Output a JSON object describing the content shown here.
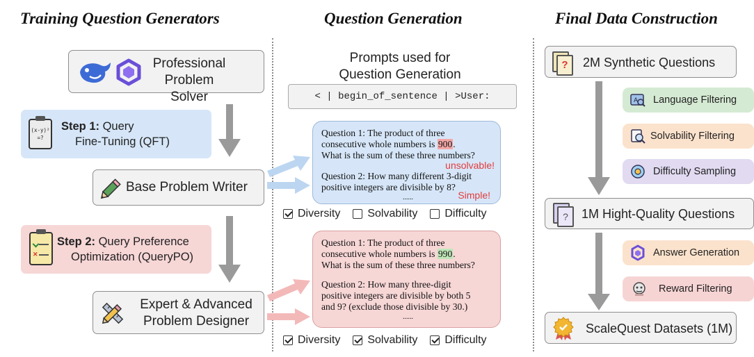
{
  "sections": {
    "training": "Training Question Generators",
    "generation": "Question Generation",
    "final": "Final Data Construction"
  },
  "left": {
    "solver": "Professional Problem Solver",
    "step1_bold": "Step 1:",
    "step1_line1": " Query",
    "step1_line2": "Fine-Tuning (QFT)",
    "writer": "Base Problem Writer",
    "step2_bold": "Step 2:",
    "step2_line1": " Query Preference",
    "step2_line2": "Optimization (QueryPO)",
    "designer_line1": "Expert & Advanced",
    "designer_line2": "Problem Designer",
    "clipboard_formula": "(x-y)²",
    "clipboard_q": "=?"
  },
  "middle": {
    "prompts_line1": "Prompts used for",
    "prompts_line2": "Question Generation",
    "token": "< | begin_of_sentence | >User:",
    "box1": {
      "q1_a": "Question 1: The product of three",
      "q1_b": "consecutive whole numbers is ",
      "q1_num": "900",
      "q1_c": ".",
      "q1_d": "What is the sum of these three numbers?",
      "tag1": "unsolvable!",
      "q2_a": "Question 2: How many different 3-digit",
      "q2_b": "positive integers are divisible by 8?",
      "tag2": "Simple!",
      "dots": "......"
    },
    "box2": {
      "q1_a": "Question 1: The product of three",
      "q1_b": "consecutive whole numbers is ",
      "q1_num": "990",
      "q1_c": ".",
      "q1_d": "What is the sum of these three numbers?",
      "q2_a": "Question 2: How many three-digit",
      "q2_b": "positive integers are divisible by both 5",
      "q2_c": "and 9? (exclude those divisible by 30.)",
      "dots": "......"
    },
    "checks_top": [
      {
        "label": "Diversity",
        "checked": true
      },
      {
        "label": "Solvability",
        "checked": false
      },
      {
        "label": "Difficulty",
        "checked": false
      }
    ],
    "checks_bottom": [
      {
        "label": "Diversity",
        "checked": true
      },
      {
        "label": "Solvability",
        "checked": true
      },
      {
        "label": "Difficulty",
        "checked": true
      }
    ]
  },
  "right": {
    "synthetic": "2M Synthetic Questions",
    "language": "Language Filtering",
    "solvability": "Solvability Filtering",
    "difficulty": "Difficulty Sampling",
    "high_quality": "1M Hight-Quality Questions",
    "answer": "Answer Generation",
    "reward": "Reward Filtering",
    "final": "ScaleQuest Datasets (1M)",
    "icon_q": "?"
  },
  "colors": {
    "blue_box": "#d6e6f8",
    "pink_box": "#f7d6d6",
    "arrow_gray": "#9a9a9a",
    "highlight_red": "#f4a7a7",
    "highlight_green": "#bfe6b8",
    "tag_red": "#e33b3b"
  }
}
